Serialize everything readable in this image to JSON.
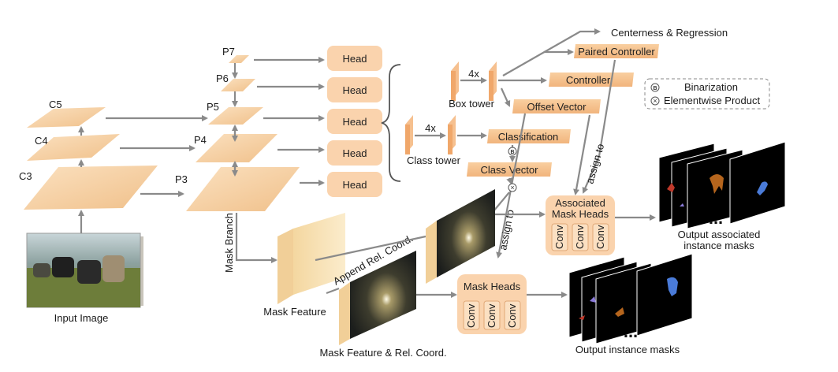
{
  "input": {
    "label": "Input Image"
  },
  "backbone": {
    "c3": "C3",
    "c4": "C4",
    "c5": "C5"
  },
  "fpn": {
    "p3": "P3",
    "p4": "P4",
    "p5": "P5",
    "p6": "P6",
    "p7": "P7"
  },
  "heads": [
    "Head",
    "Head",
    "Head",
    "Head",
    "Head"
  ],
  "head_detail": {
    "multiplier": "4x",
    "box_tower": "Box tower",
    "class_tower": "Class tower",
    "centerness": "Centerness & Regression",
    "paired_controller": "Paired Controller",
    "controller": "Controller",
    "offset_vector": "Offset Vector",
    "classification": "Classification",
    "class_vector": "Class Vector",
    "assign_to": "assign to"
  },
  "legend": {
    "binarization_symbol": "B",
    "binarization": "Binarization",
    "product_symbol": "×",
    "product": "Elementwise Product"
  },
  "mask": {
    "branch": "Mask Branch",
    "feature": "Mask Feature",
    "append": "Append Rel. Coord.",
    "feature_coord": "Mask Feature & Rel. Coord.",
    "associated_heads": [
      "Associated",
      "Mask Heads"
    ],
    "mask_heads": "Mask Heads",
    "conv": "Conv",
    "ellipsis": "...",
    "output_associated": [
      "Output associated",
      "instance masks"
    ],
    "output_instance": "Output instance masks"
  },
  "colors": {
    "feature_face": "#f4cf9e",
    "head_box": "#fad3ad",
    "bar": "#f6c08f",
    "arrow": "#8a8a8a",
    "mask_feature": "#f7e2b4"
  }
}
